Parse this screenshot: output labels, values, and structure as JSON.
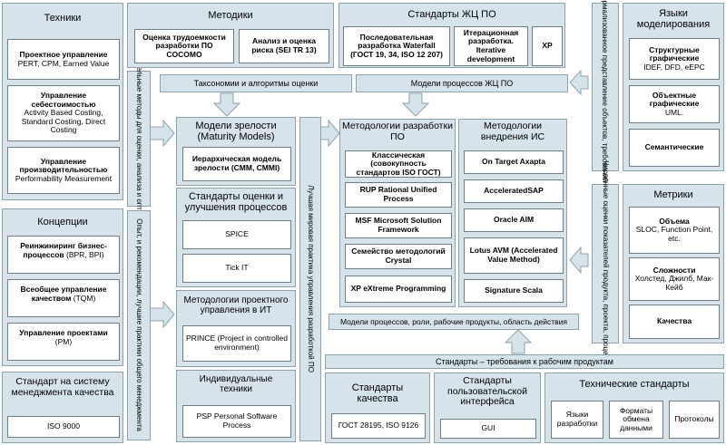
{
  "left": {
    "techniques_title": "Техники",
    "techniques": [
      {
        "bold": "Проектное управление",
        "normal": "PERT, CPM, Earned Value"
      },
      {
        "bold": "Управление себестоимостью",
        "normal": "Activity Based Costing, Standard Costing, Direct Costing"
      },
      {
        "bold": "Управление производительностью",
        "normal": "Performability Measurement"
      }
    ],
    "concepts_title": "Концепции",
    "concepts": [
      {
        "bold": "Реинжиниринг бизнес-процессов",
        "normal": " (BPR, BPI)"
      },
      {
        "bold": "Всеобщее управление качеством",
        "normal": " (TQM)"
      },
      {
        "bold": "Управление проектами",
        "normal": " (PM)"
      }
    ],
    "qms_title": "Стандарт на систему менеджмента качества",
    "qms_item": "ISO 9000"
  },
  "vertical_labels": {
    "computational_methods": "Вычислительные методы для\nоценки, анализа и оптимизации",
    "experience": "Опыт, и рекомендации, лучшие практики общего\nменеджмента",
    "best_practice": "Лучшая мировая практика управления разработкой ПО",
    "formalized": "Формализованное представление\nобъектов, требований",
    "numerical": "Численные оценки показателей\nпродукта, проекта, процесса"
  },
  "methods": {
    "title": "Методики",
    "items": [
      "Оценка трудоемкости разработки ПО COCOMO",
      "Анализ и оценка риска (SEI TR 13)"
    ]
  },
  "lifecycle": {
    "title": "Стандарты ЖЦ ПО",
    "items": [
      "Последовательная разработка Waterfall (ГОСТ 19, 34, ISO 12 207)",
      "Итерационная разработка. Iterative development",
      "XP"
    ]
  },
  "languages": {
    "title": "Языки моделирования",
    "items": [
      {
        "bold": "Структурные графические",
        "normal": "IDEF, DFD, eEPC"
      },
      {
        "bold": "Объектные графические",
        "normal": "UML."
      },
      {
        "bold": "Семантические",
        "normal": ""
      }
    ]
  },
  "bands": {
    "taxonomies": "Таксономии и алгоритмы оценки",
    "lifecycle_models": "Модели процессов ЖЦ ПО",
    "process_models": "Модели процессов, роли, рабочие продукты, область действия",
    "requirements": "Стандарты – требования к рабочим продуктам"
  },
  "maturity": {
    "title": "Модели зрелости (Maturity Models)",
    "item": "Иерархическая модель зрелости (CMM, CMMI)"
  },
  "assessment": {
    "title": "Стандарты оценки и улучшения процессов",
    "items": [
      "SPICE",
      "Tick IT"
    ]
  },
  "pm_methodologies": {
    "title": "Методологии проектного управления в ИТ",
    "item": "PRINCE (Project in controlled environment)"
  },
  "individual": {
    "title": "Индивидуальные техники",
    "item": "PSP Personal Software Process"
  },
  "dev_methodologies": {
    "title": "Методологии разработки ПО",
    "items": [
      "Классическая (совокупность стандартов ISO ГОСТ)",
      "RUP Rational Unified Process",
      "MSF Microsoft Solution Framework",
      "Семейство методологий Crystal",
      "XP eXtreme Programming"
    ]
  },
  "impl_methodologies": {
    "title": "Методологии внедрения ИС",
    "items": [
      "On Target Axapta",
      "AcceleratedSAP",
      "Oracle AIM",
      "Lotus AVM (Accelerated Value Method)",
      "Signature Scala"
    ]
  },
  "metrics": {
    "title": "Метрики",
    "items": [
      {
        "bold": "Объема",
        "normal": "SLOC, Function Point, etc."
      },
      {
        "bold": "Сложности",
        "normal": "Холстед, Джилб, Мак-Кейб"
      },
      {
        "bold": "Качества",
        "normal": ""
      }
    ]
  },
  "quality_std": {
    "title": "Стандарты качества",
    "item": "ГОСТ 28195, ISO 9126"
  },
  "ui_std": {
    "title": "Стандарты пользовательской интерфейса",
    "item": "GUI"
  },
  "tech_std": {
    "title": "Технические стандарты",
    "items": [
      "Языки разработки",
      "Форматы обмена данными",
      "Протоколы"
    ]
  }
}
